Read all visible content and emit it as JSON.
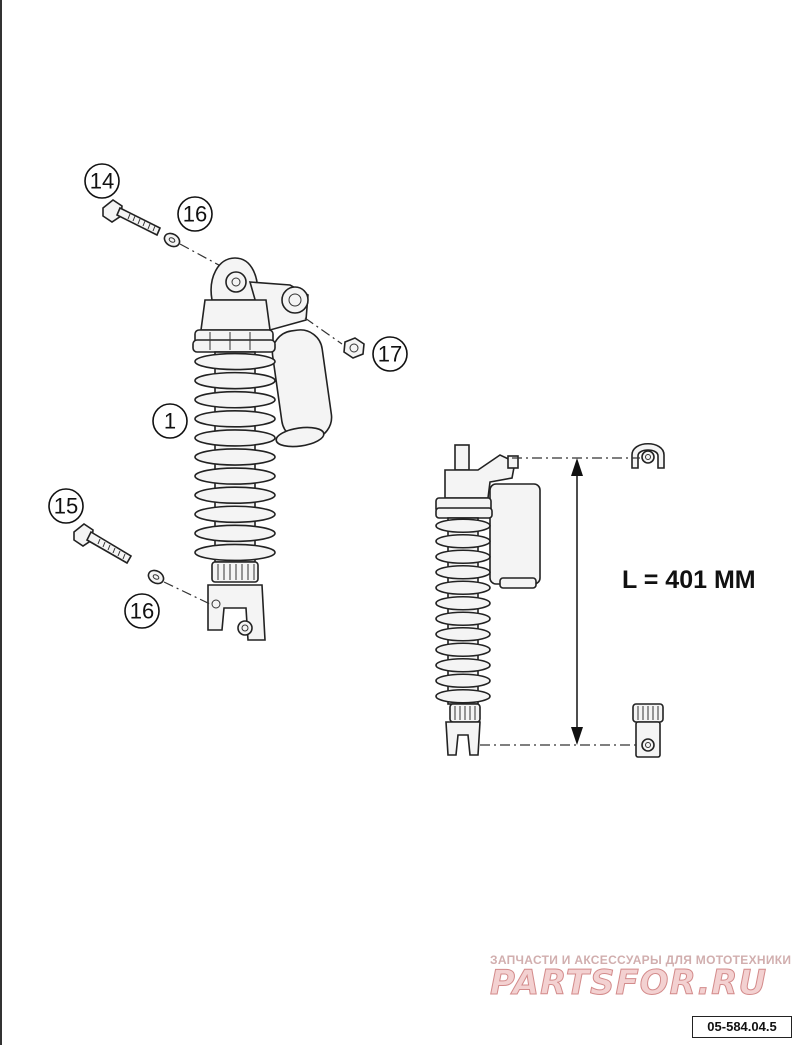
{
  "callouts": {
    "c14": "14",
    "c16_top": "16",
    "c17": "17",
    "c1": "1",
    "c15": "15",
    "c16_bottom": "16"
  },
  "dimension": {
    "label": "L = 401 MM"
  },
  "watermark": {
    "tagline": "ЗАПЧАСТИ И АКСЕССУАРЫ ДЛЯ МОТОТЕХНИКИ",
    "logo": "PARTSFOR.RU"
  },
  "drawing_code": "05-584.04.5",
  "colors": {
    "line": "#222222",
    "watermark": "#cc8888"
  }
}
